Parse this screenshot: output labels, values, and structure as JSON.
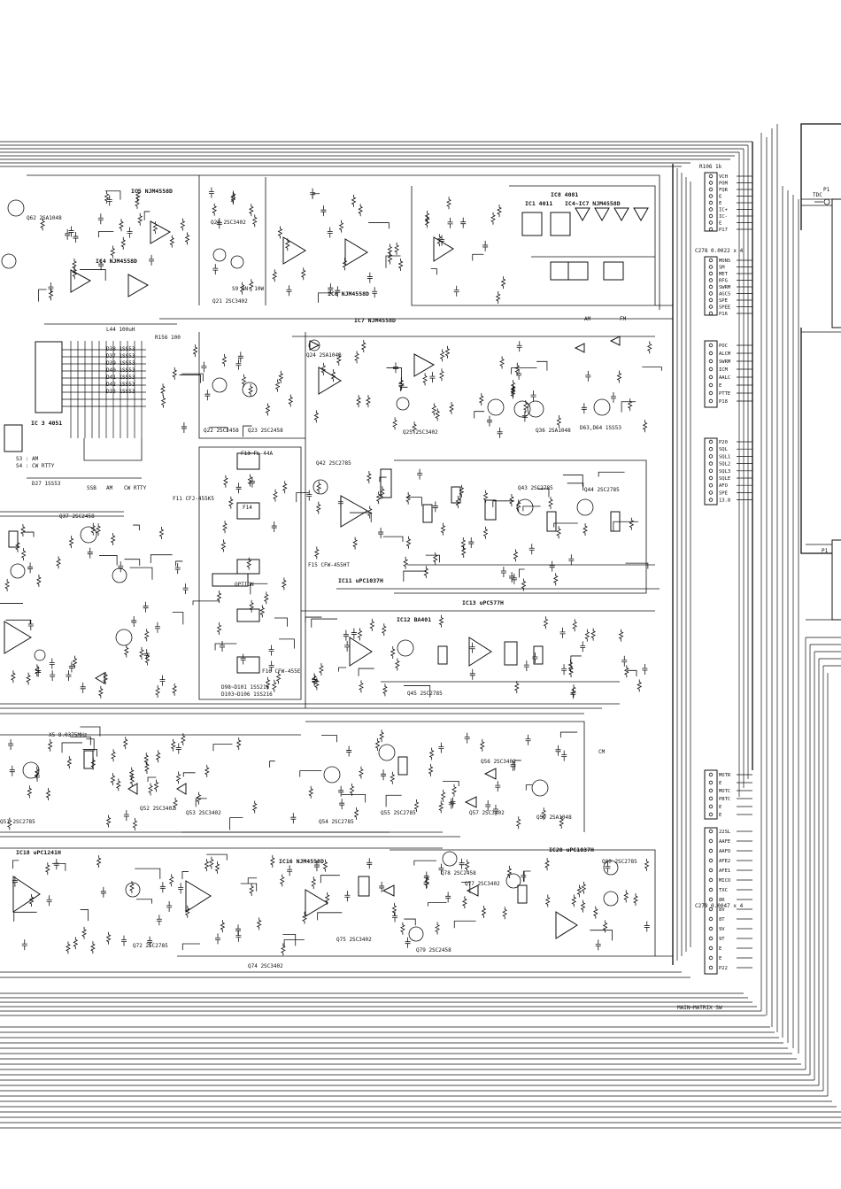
{
  "ics": [
    {
      "id": "ic5",
      "label": "IC5 NJM4558D"
    },
    {
      "id": "ic4",
      "label": "IC4 NJM4558D"
    },
    {
      "id": "ic6",
      "label": "IC6 NJM4558D"
    },
    {
      "id": "ic7",
      "label": "IC7 NJM4558D"
    },
    {
      "id": "ic1",
      "label": "IC1 4011"
    },
    {
      "id": "ic8",
      "label": "IC8 4081"
    },
    {
      "id": "ic4b",
      "label": "IC4~IC7 NJM4558D"
    },
    {
      "id": "ic3",
      "label": "IC 3 4051"
    },
    {
      "id": "ic11",
      "label": "IC11 uPC1037H"
    },
    {
      "id": "ic12",
      "label": "IC12 BA401"
    },
    {
      "id": "ic13",
      "label": "IC13 uPC577H"
    },
    {
      "id": "ic16",
      "label": "IC16 NJM4558D"
    },
    {
      "id": "ic20",
      "label": "IC20 uPC1037H"
    },
    {
      "id": "ic18",
      "label": "IC18 uPC1241H"
    }
  ],
  "transistors": [
    {
      "id": "q62",
      "label": "Q62 2SA1048"
    },
    {
      "id": "q20",
      "label": "Q20 2SC3402"
    },
    {
      "id": "q21",
      "label": "Q21 2SC3402"
    },
    {
      "id": "q22",
      "label": "Q22 2SC2458"
    },
    {
      "id": "q23",
      "label": "Q23 2SC2458"
    },
    {
      "id": "q24",
      "label": "Q24 2SA1048"
    },
    {
      "id": "q25",
      "label": "Q25 2SC3402"
    },
    {
      "id": "q36",
      "label": "Q36 2SA1048"
    },
    {
      "id": "q37",
      "label": "Q37 2SC2458"
    },
    {
      "id": "q42",
      "label": "Q42 2SC2785"
    },
    {
      "id": "q43",
      "label": "Q43 2SC2785"
    },
    {
      "id": "q44",
      "label": "Q44 2SC2785"
    },
    {
      "id": "q45",
      "label": "Q45 2SC2785"
    },
    {
      "id": "q51",
      "label": "Q51 2SC2785"
    },
    {
      "id": "q52",
      "label": "Q52 2SC3402"
    },
    {
      "id": "q53",
      "label": "Q53 2SC3402"
    },
    {
      "id": "q54",
      "label": "Q54 2SC2785"
    },
    {
      "id": "q55",
      "label": "Q55 2SC2785"
    },
    {
      "id": "q56",
      "label": "Q56 2SC3402"
    },
    {
      "id": "q57",
      "label": "Q57 2SC3402"
    },
    {
      "id": "q59",
      "label": "Q59 2SA1048"
    },
    {
      "id": "q72",
      "label": "Q72 2SC2785"
    },
    {
      "id": "q74",
      "label": "Q74 2SC3402"
    },
    {
      "id": "q75",
      "label": "Q75 2SC3402"
    },
    {
      "id": "q77",
      "label": "Q77 2SC3402"
    },
    {
      "id": "q78",
      "label": "Q78 2SC2458"
    },
    {
      "id": "q79",
      "label": "Q79 2SC2458"
    },
    {
      "id": "q80",
      "label": "Q80 2SC2785"
    }
  ],
  "filters": [
    {
      "id": "f13",
      "label": "F13 FL-44A"
    },
    {
      "id": "f14",
      "label": "F14"
    },
    {
      "id": "f15",
      "label": "F15 CFW-455HT"
    },
    {
      "id": "f16",
      "label": "F16 CFW-455E"
    },
    {
      "id": "f11",
      "label": "F11 CFJ-455K5"
    }
  ],
  "connectors": {
    "j10_pins": [
      "VCH",
      "POM",
      "FQR",
      "E",
      "E",
      "IC+",
      "IC-",
      "E",
      "P17"
    ],
    "j9_pins": [
      "MONS",
      "SM",
      "MET",
      "RFG",
      "SWRM",
      "AGCS",
      "SPE",
      "SPEE",
      "P16"
    ],
    "j11_pins": [
      "POC",
      "ALCM",
      "SWRM",
      "ICM",
      "AALC",
      "E",
      "PTTE",
      "P18"
    ],
    "j12_pins": [
      "P20",
      "SQL",
      "SQL1",
      "SQL2",
      "SQL3",
      "SQLE",
      "AFO",
      "SPE",
      "13.8"
    ],
    "j13_pins": [
      "MOTR",
      "E",
      "MOTC",
      "PBTC",
      "E",
      "E"
    ],
    "j14_pins": [
      "22SL",
      "AAFE",
      "AAFO",
      "AFE2",
      "AFE1",
      "MICO",
      "TXC",
      "8R",
      "8V",
      "8T",
      "9V",
      "9T",
      "E",
      "E",
      "P22"
    ]
  },
  "labels": {
    "diodes_top": [
      "D38 1SS53",
      "D37 1SS53",
      "D39 1SS53",
      "D40 1SS53",
      "D41 1SS53",
      "D42 1SS53",
      "D33 1SS53"
    ],
    "mode_label_1": "S3 : AM",
    "mode_label_2": "S4 : CW RTTY",
    "mode_label_3": "SSB",
    "mode_label_4": "AM",
    "mode_label_5": "CW RTTY",
    "d27": "D27 1SS53",
    "d98_d101": "D98~D101 1SS216",
    "d103_d106": "D103~D106 1SS216",
    "d52_d64": "D63,D64 1SS53",
    "s9": "S9 ON: 10W",
    "r156": "R156 100",
    "l44": "L44 100uH",
    "x5": "X5 8.0375MHz",
    "option": "OPTION",
    "cm": "CM",
    "fm": "FM",
    "am": "AM",
    "tdc": "TDC",
    "p1": "P1",
    "main_matrix": "MAIN~MATRIX SW",
    "c278": "C278 0.0022 x 4",
    "c279": "C279 0.0047 x 4",
    "r106": "R106 1k"
  }
}
